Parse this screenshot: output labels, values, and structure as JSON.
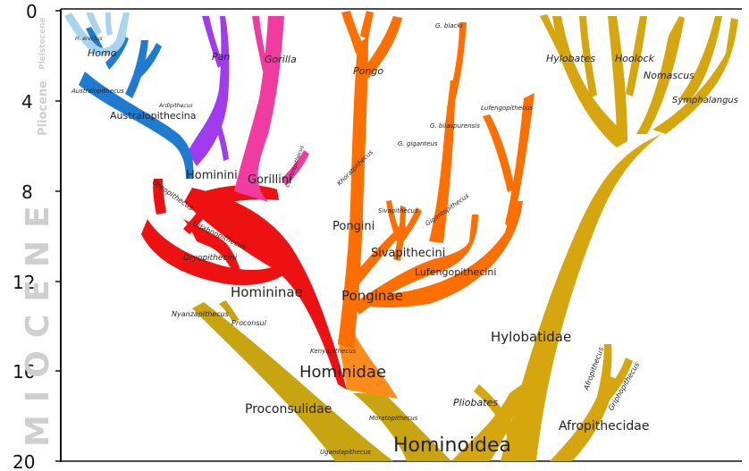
{
  "axis": {
    "ticks": [
      "0",
      "4",
      "8",
      "12",
      "16",
      "20"
    ]
  },
  "epochs": {
    "pleistocene": "Pleistocene",
    "pliocene": "Pliocene",
    "miocene": "MIOCENE"
  },
  "colors": {
    "homo": "#a9d4f0",
    "australopithecina": "#1f7bd0",
    "pan": "#a03bf0",
    "gorilla": "#f03ca0",
    "homininae": "#ee1111",
    "ponginae": "#ff6f00",
    "hominidae": "#ff8c1a",
    "hylobatidae": "#d6a60e",
    "proconsulidae": "#c9a411"
  },
  "clades": {
    "hominoidea": "Hominoidea",
    "hominidae": "Hominidae",
    "homininae": "Homininae",
    "ponginae": "Ponginae",
    "hominini": "Hominini",
    "gorillini": "Gorillini",
    "australopithecina": "Australopithecina",
    "pongini": "Pongini",
    "sivapithecini": "Sivapithecini",
    "lufengopithecini": "Lufengopithecini",
    "hylobatidae": "Hylobatidae",
    "proconsulidae": "Proconsulidae",
    "afropithecidae": "Afropithecidae"
  },
  "genera": {
    "homo": "Homo",
    "pan": "Pan",
    "gorilla": "Gorilla",
    "pongo": "Pongo",
    "hylobates": "Hylobates",
    "hoolock": "Hoolock",
    "nomascus": "Nomascus",
    "symphalangus": "Symphalangus",
    "pliobates": "Pliobates",
    "proconsul": "Proconsul",
    "nyanzapithecus": "Nyanzapithecus",
    "ouranopithecus": "Oreopithecus",
    "udabnopithecus": "Udabnopithecus",
    "dryopithecini": "Dryopithecini",
    "kenyapithecus": "Kenyapithecus",
    "moratopithecus": "Moratopithecus",
    "ugandapithecus": "Ugandapithecus",
    "afropithecus": "Afropithecus",
    "griphopithecus": "Griphopithecus",
    "khoratpithecus": "Khoratpithecus",
    "sivapithecus": "Sivapithecus",
    "gigantopithecus": "Gigantopithecus",
    "lufengopithecus": "Lufengopithecus",
    "g_blacki": "G. blacki",
    "g_bilaspurensis": "G. bilaspurensis",
    "g_giganteus": "G. giganteus",
    "australopithecus": "Australopithecus",
    "ardipithecus": "Ardipithecus",
    "h_erectus": "H. erectus",
    "chororapithecus": "Chororapithecus"
  }
}
